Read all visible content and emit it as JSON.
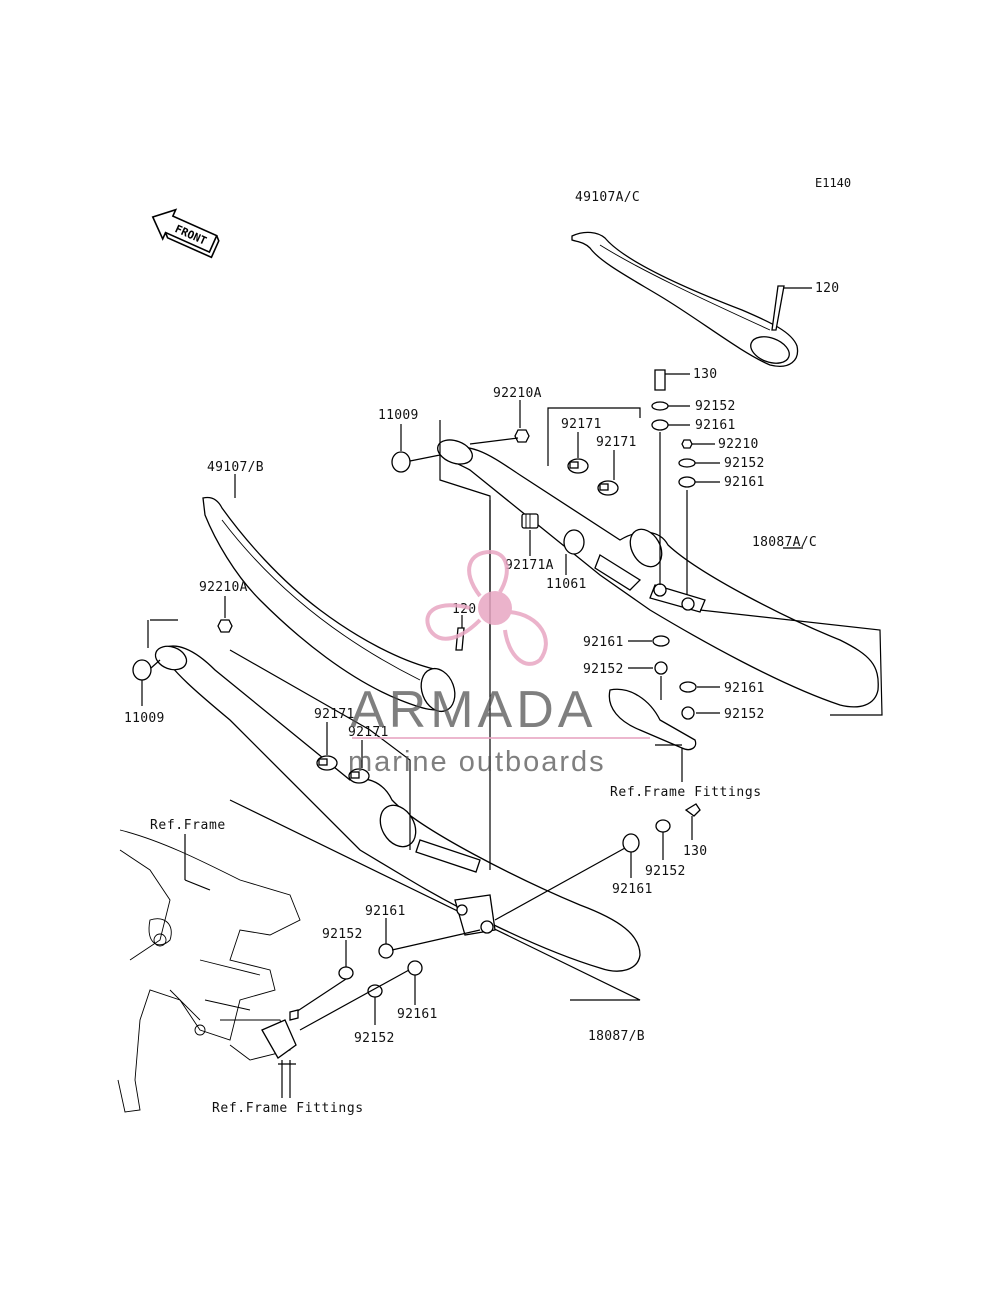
{
  "diagram_code": "E1140",
  "front_arrow": {
    "label": "FRONT",
    "icon": "front-direction-arrow-icon"
  },
  "labels": {
    "cover_right": "49107A/C",
    "bolt_120_top": "120",
    "bolt_130_top": "130",
    "washer_92152_a": "92152",
    "damper_92161_a": "92161",
    "nut_92210": "92210",
    "washer_92152_b": "92152",
    "damper_92161_b": "92161",
    "nut_92210A_top": "92210A",
    "gasket_11009_top": "11009",
    "clamp_92171_a": "92171",
    "clamp_92171_b": "92171",
    "muffler_right": "18087A/C",
    "cover_left": "49107/B",
    "clamp_92171A": "92171A",
    "collar_11061": "11061",
    "nut_92210A_left": "92210A",
    "bolt_120_mid": "120",
    "gasket_11009_left": "11009",
    "damper_92161_c": "92161",
    "washer_92152_c": "92152",
    "damper_92161_d": "92161",
    "washer_92152_d": "92152",
    "clamp_92171_c": "92171",
    "clamp_92171_d": "92171",
    "ref_frame_fittings_right": "Ref.Frame Fittings",
    "ref_frame": "Ref.Frame",
    "bolt_130_bottom": "130",
    "washer_92152_e": "92152",
    "damper_92161_e": "92161",
    "damper_92161_f": "92161",
    "washer_92152_f": "92152",
    "damper_92161_g": "92161",
    "washer_92152_g": "92152",
    "muffler_left": "18087/B",
    "ref_frame_fittings_bottom": "Ref.Frame Fittings"
  },
  "watermark": {
    "title": "ARMADA",
    "subtitle": "marine outboards",
    "logo_icon": "propeller-logo-icon",
    "color": "#e8a6c2"
  }
}
